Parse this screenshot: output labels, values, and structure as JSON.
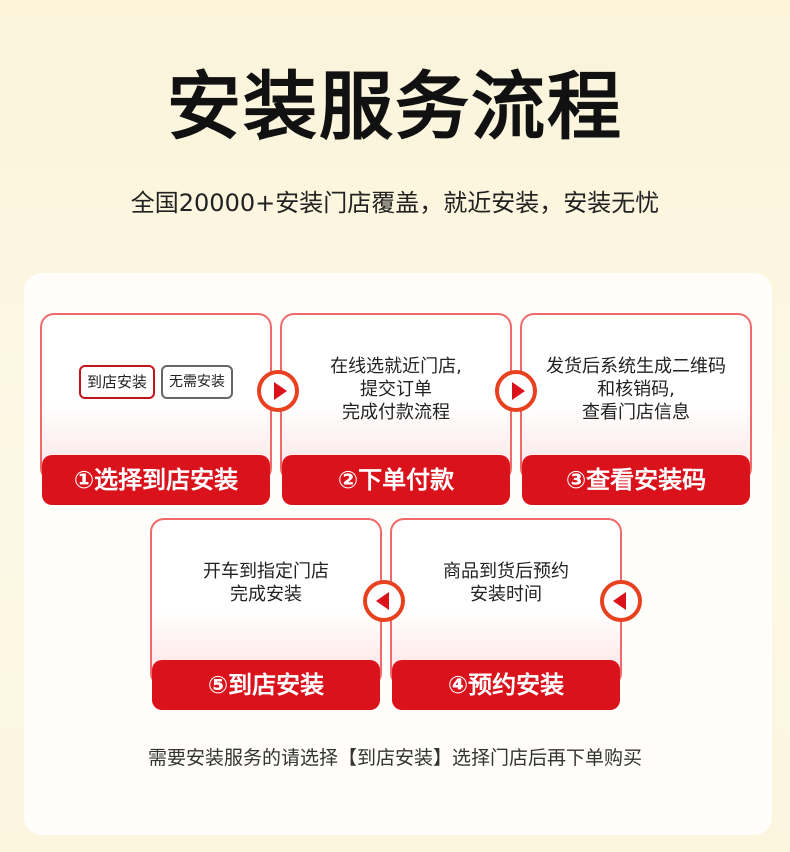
{
  "title": "安装服务流程",
  "subtitle": "全国20000+安装门店覆盖，就近安装，安装无忧",
  "steps": [
    {
      "chips": {
        "active": "到店安装",
        "inactive": "无需安装"
      },
      "label": "①选择到店安装"
    },
    {
      "text": "在线选就近门店,\n提交订单\n完成付款流程",
      "label": "②下单付款"
    },
    {
      "text": "发货后系统生成二维码\n和核销码,\n查看门店信息",
      "label": "③查看安装码"
    },
    {
      "text": "商品到货后预约\n安装时间",
      "label": "④预约安装"
    },
    {
      "text": "开车到指定门店\n完成安装",
      "label": "⑤到店安装"
    }
  ],
  "footer_note": "需要安装服务的请选择【到店安装】选择门店后再下单购买",
  "colors": {
    "accent": "#d9121c",
    "border": "#f06a6a",
    "arrow_ring": "#e8411f"
  }
}
